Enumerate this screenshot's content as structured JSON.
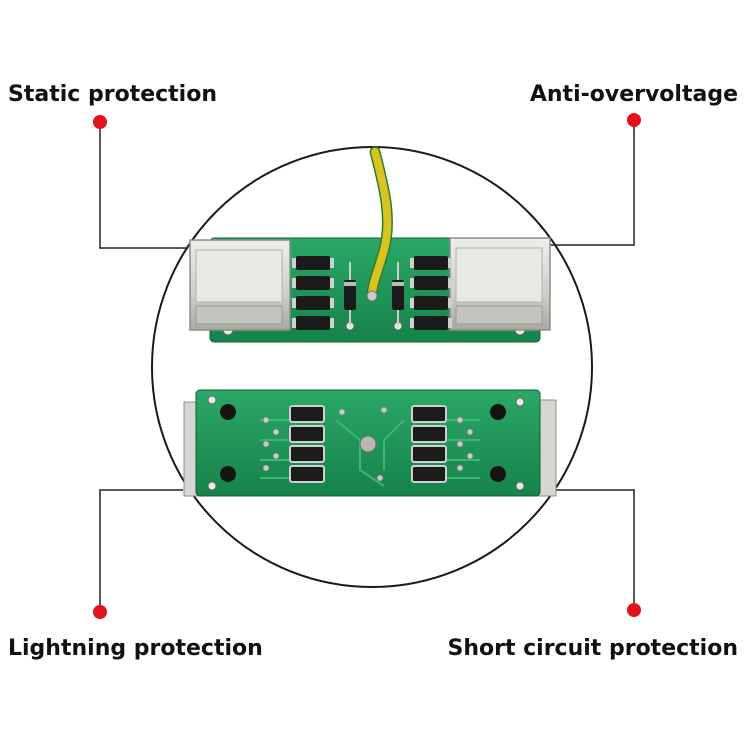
{
  "labels": {
    "static": "Static protection",
    "overvoltage": "Anti-overvoltage",
    "lightning": "Lightning protection",
    "short_circuit": "Short circuit protection"
  },
  "colors": {
    "marker": "#e3131b",
    "leader_line": "#222222",
    "pcb_green": "#1f9a58",
    "pcb_dark": "#147a43",
    "ground_wire": "#d6c521",
    "connector_metal": "#d9d9d4"
  }
}
